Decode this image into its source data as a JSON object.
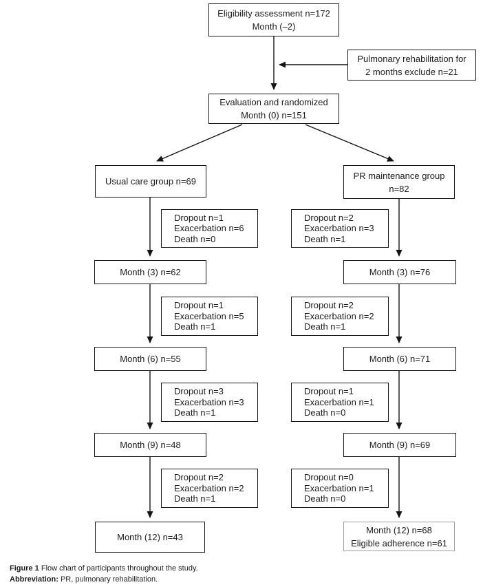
{
  "colors": {
    "line": "#141414",
    "box_border": "#141414",
    "final_box_border": "#9b9b9b",
    "text": "#1c1c1c",
    "background": "#ffffff"
  },
  "flow": {
    "eligibility": {
      "lines": [
        "Eligibility assessment n=172",
        "Month (–2)"
      ]
    },
    "exclusion": {
      "lines": [
        "Pulmonary rehabilitation for",
        "2 months exclude n=21"
      ]
    },
    "randomized": {
      "lines": [
        "Evaluation and randomized",
        "Month (0) n=151"
      ]
    },
    "left": {
      "group": "Usual care group n=69",
      "dropouts": [
        {
          "lines": [
            "Dropout n=1",
            "Exacerbation n=6",
            "Death n=0"
          ]
        },
        {
          "lines": [
            "Dropout n=1",
            "Exacerbation n=5",
            "Death n=1"
          ]
        },
        {
          "lines": [
            "Dropout n=3",
            "Exacerbation n=3",
            "Death n=1"
          ]
        },
        {
          "lines": [
            "Dropout n=2",
            "Exacerbation n=2",
            "Death n=1"
          ]
        }
      ],
      "months": [
        "Month (3) n=62",
        "Month (6) n=55",
        "Month (9) n=48",
        "Month (12) n=43"
      ]
    },
    "right": {
      "group_lines": [
        "PR maintenance group",
        "n=82"
      ],
      "dropouts": [
        {
          "lines": [
            "Dropout n=2",
            "Exacerbation n=3",
            "Death n=1"
          ]
        },
        {
          "lines": [
            "Dropout n=2",
            "Exacerbation n=2",
            "Death n=1"
          ]
        },
        {
          "lines": [
            "Dropout n=1",
            "Exacerbation n=1",
            "Death n=0"
          ]
        },
        {
          "lines": [
            "Dropout n=0",
            "Exacerbation n=1",
            "Death n=0"
          ]
        }
      ],
      "months": [
        "Month (3) n=76",
        "Month (6) n=71",
        "Month (9) n=69"
      ],
      "final": {
        "lines": [
          "Month (12) n=68",
          "Eligible adherence n=61"
        ]
      }
    }
  },
  "caption": {
    "figure_label": "Figure 1",
    "figure_text": " Flow chart of participants throughout the study.",
    "abbreviation_label": "Abbreviation:",
    "abbreviation_text": " PR, pulmonary rehabilitation."
  }
}
